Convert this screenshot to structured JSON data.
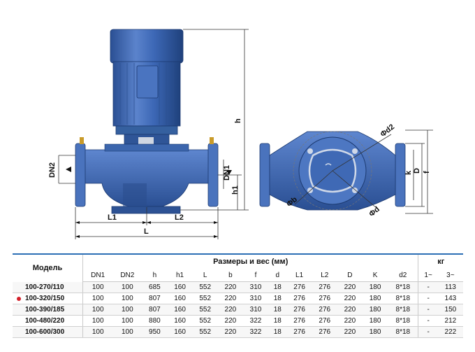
{
  "drawing": {
    "labels": {
      "dn2": "DN2",
      "dn1": "DN1",
      "h": "h",
      "h1": "h1",
      "l1": "L1",
      "l2": "L2",
      "l": "L",
      "d2": "Φd2",
      "k": "k",
      "D": "D",
      "f": "f",
      "b": "Φb",
      "d": "Φd"
    },
    "colors": {
      "pump_blue": "#3b67b4",
      "pump_dark": "#21457f",
      "pump_light": "#6f94d4"
    }
  },
  "table": {
    "model_header": "Модель",
    "group_header": "Размеры и вес (мм)",
    "weight_header": "кг",
    "columns": [
      "DN1",
      "DN2",
      "h",
      "h1",
      "L",
      "b",
      "f",
      "d",
      "L1",
      "L2",
      "D",
      "K",
      "d2",
      "1~",
      "3~"
    ],
    "rows": [
      {
        "model": "100-270/110",
        "values": [
          "100",
          "100",
          "685",
          "160",
          "552",
          "220",
          "310",
          "18",
          "276",
          "276",
          "220",
          "180",
          "8*18",
          "-",
          "113"
        ],
        "marked": false
      },
      {
        "model": "100-320/150",
        "values": [
          "100",
          "100",
          "807",
          "160",
          "552",
          "220",
          "310",
          "18",
          "276",
          "276",
          "220",
          "180",
          "8*18",
          "-",
          "143"
        ],
        "marked": true
      },
      {
        "model": "100-390/185",
        "values": [
          "100",
          "100",
          "807",
          "160",
          "552",
          "220",
          "310",
          "18",
          "276",
          "276",
          "220",
          "180",
          "8*18",
          "-",
          "150"
        ],
        "marked": false
      },
      {
        "model": "100-480/220",
        "values": [
          "100",
          "100",
          "880",
          "160",
          "552",
          "220",
          "322",
          "18",
          "276",
          "276",
          "220",
          "180",
          "8*18",
          "-",
          "212"
        ],
        "marked": false
      },
      {
        "model": "100-600/300",
        "values": [
          "100",
          "100",
          "950",
          "160",
          "552",
          "220",
          "322",
          "18",
          "276",
          "276",
          "220",
          "180",
          "8*18",
          "-",
          "222"
        ],
        "marked": false
      }
    ]
  }
}
